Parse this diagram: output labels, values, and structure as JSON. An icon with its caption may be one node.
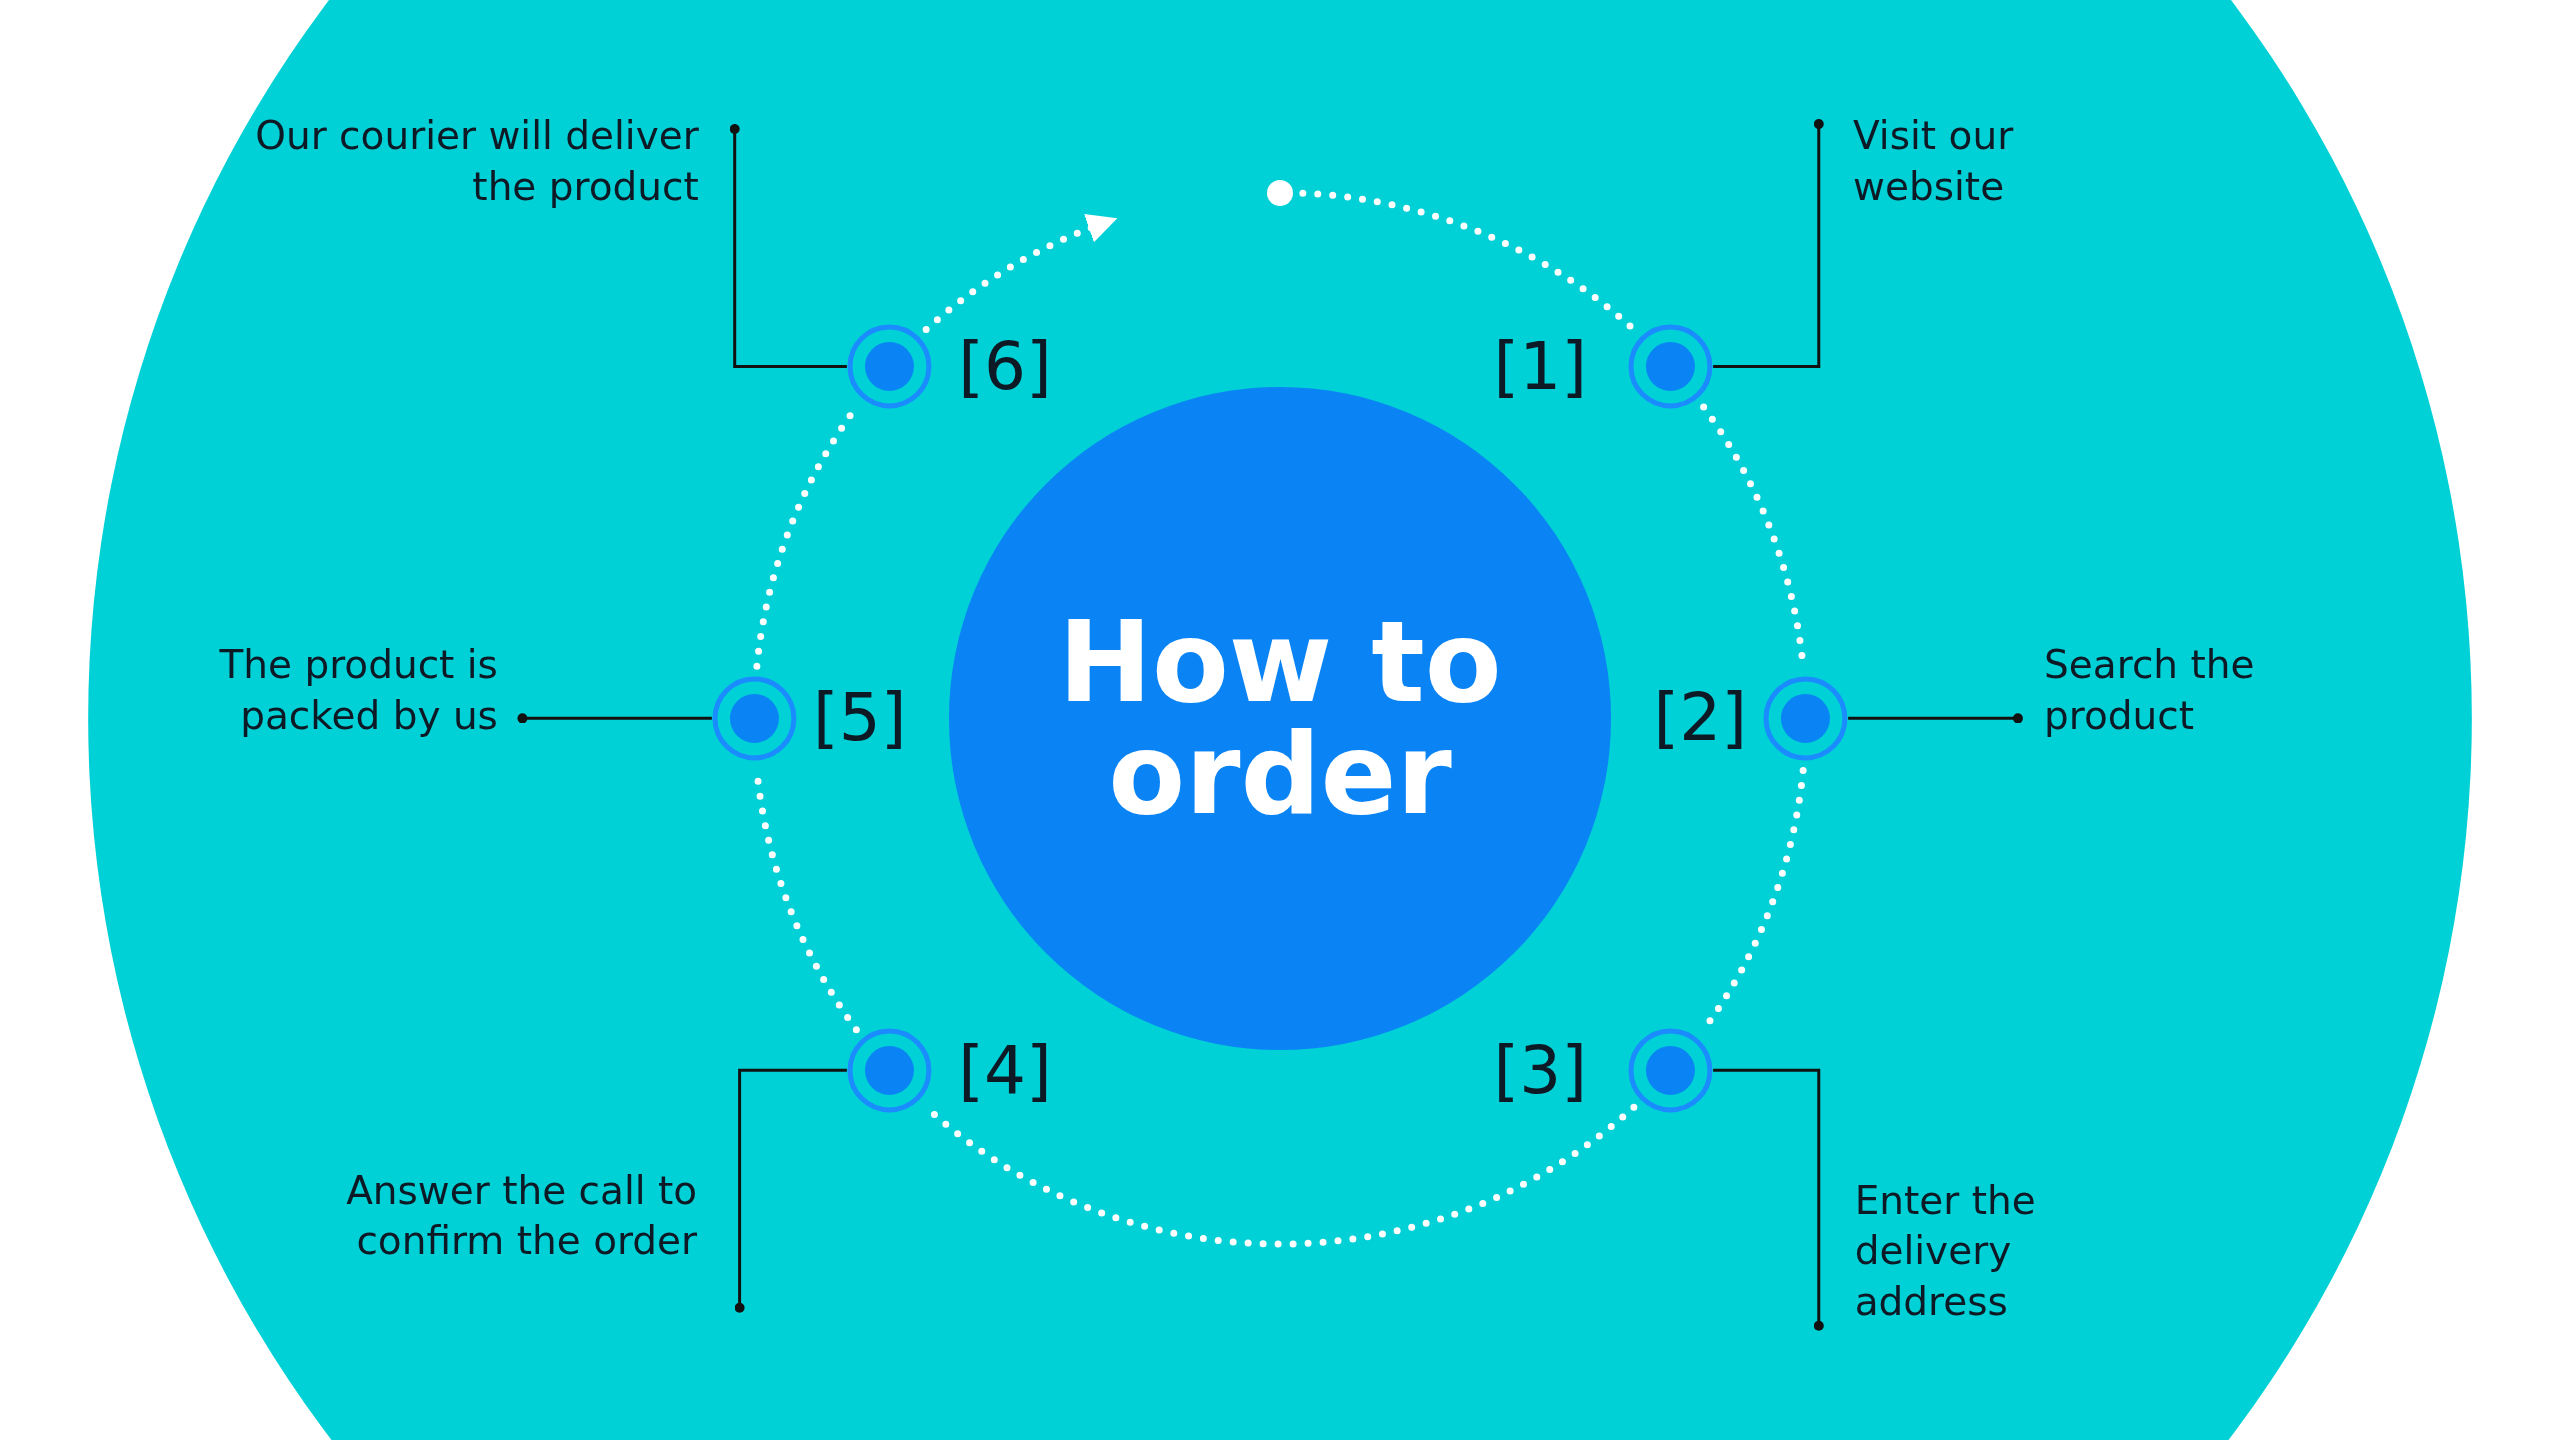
{
  "diagram": {
    "nodes": [
      {
        "text": [
          "How to order"
        ]
      },
      {
        "text": [],
        "shape": "circle"
      },
      {
        "text": [],
        "shape": "circle"
      },
      {
        "text": [],
        "shape": "circle"
      },
      {
        "text": [],
        "shape": "circle"
      },
      {
        "text": [],
        "shape": "circle"
      },
      {
        "text": [],
        "shape": "circle"
      },
      {
        "text": [],
        "shape": "circle"
      },
      {
        "text": [
          "Visit our website"
        ]
      },
      {
        "text": [
          "Search the product"
        ]
      },
      {
        "text": [
          "Enter the delivery address"
        ]
      },
      {
        "text": [
          "Answer the call to confirm the order"
        ]
      },
      {
        "text": [
          "The product is packed by us"
        ]
      },
      {
        "text": [
          "Our courier will deliver the product"
        ]
      }
    ],
    "edges": [
      {
        "from": 1,
        "to": 2,
        "arrow": "none",
        "style": "dashed"
      },
      {
        "from": 2,
        "to": 3,
        "arrow": "none",
        "style": "dashed"
      },
      {
        "from": 3,
        "to": 4,
        "arrow": "none",
        "style": "dashed"
      },
      {
        "from": 4,
        "to": 5,
        "arrow": "none",
        "style": "dashed"
      },
      {
        "from": 5,
        "to": 6,
        "arrow": "none",
        "style": "dashed"
      },
      {
        "from": 6,
        "to": 7,
        "arrow": "none",
        "style": "dashed"
      },
      {
        "from": 7,
        "to": null,
        "arrow": "to",
        "style": "dashed"
      },
      {
        "from": 8,
        "to": 2,
        "arrow": "other",
        "color": "#111111"
      },
      {
        "from": 9,
        "to": 3,
        "arrow": "other",
        "color": "#111111"
      },
      {
        "from": 10,
        "to": 4,
        "arrow": "other",
        "color": "#111111"
      },
      {
        "from": 11,
        "to": 5,
        "arrow": "other",
        "color": "#111111"
      },
      {
        "from": 12,
        "to": 6,
        "arrow": "other",
        "color": "#111111"
      },
      {
        "from": 13,
        "to": 7,
        "arrow": "other",
        "color": "#111111"
      }
    ],
    "labels": [
      "[6]",
      "[1]",
      "[5]",
      "[2]",
      "[4]",
      "[3]"
    ]
  }
}
